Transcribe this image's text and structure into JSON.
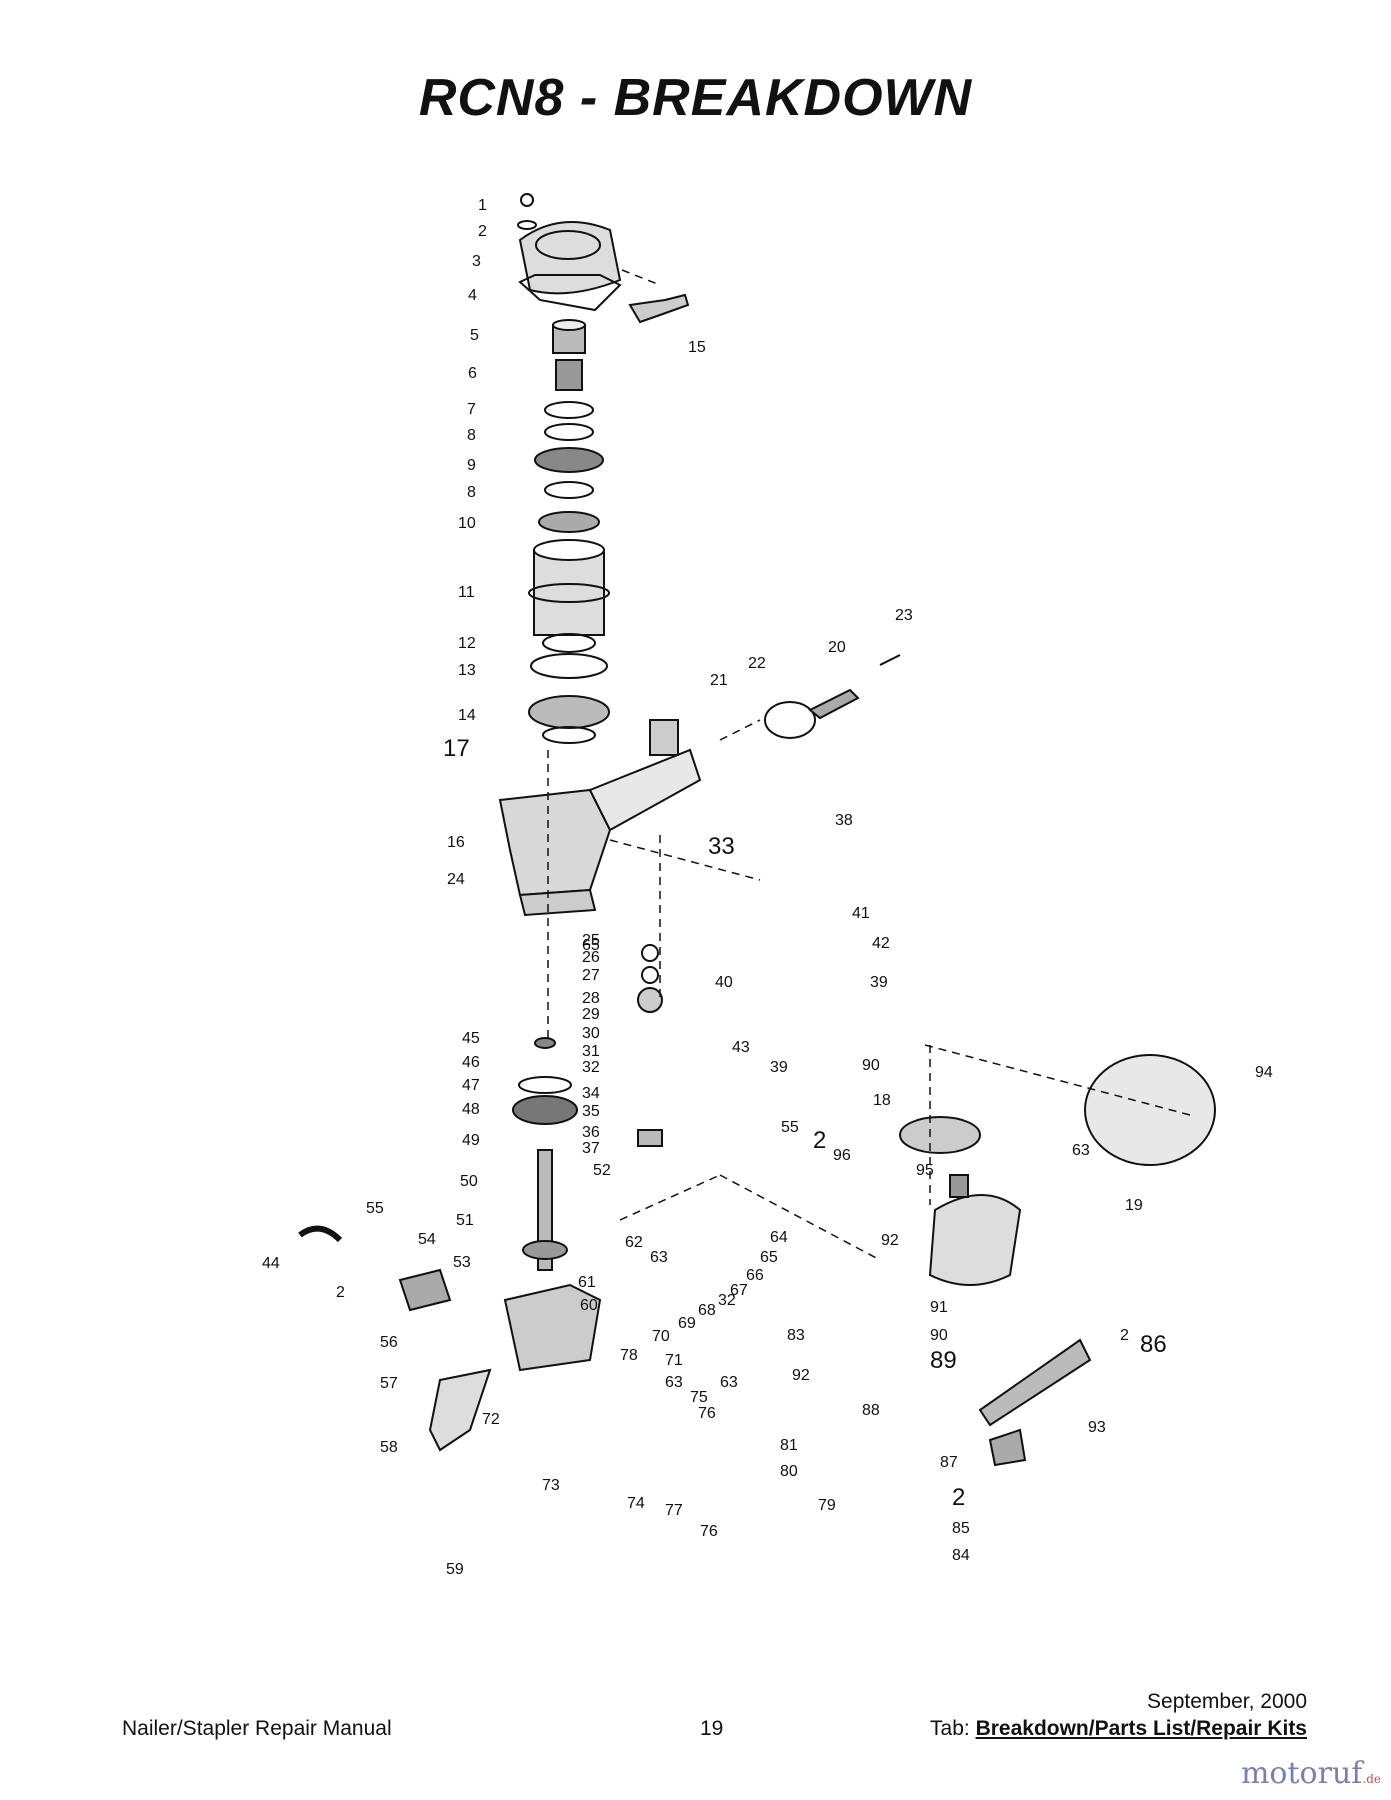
{
  "title": "RCN8 - BREAKDOWN",
  "footer": {
    "manual": "Nailer/Stapler Repair Manual",
    "page": "19",
    "date": "September, 2000",
    "tab_prefix": "Tab:",
    "tab_name": "Breakdown/Parts List/Repair Kits"
  },
  "watermark": {
    "text": "motoruf",
    "suffix": ".de"
  },
  "part_labels": [
    "1",
    "2",
    "3",
    "4",
    "5",
    "6",
    "7",
    "8",
    "9",
    "8",
    "10",
    "11",
    "12",
    "13",
    "14",
    "17",
    "15",
    "16",
    "24",
    "20",
    "21",
    "22",
    "23",
    "33",
    "38",
    "41",
    "42",
    "39",
    "40",
    "43",
    "39",
    "65",
    "25",
    "26",
    "27",
    "28",
    "29",
    "30",
    "31",
    "32",
    "34",
    "35",
    "36",
    "37",
    "45",
    "46",
    "47",
    "48",
    "49",
    "50",
    "52",
    "51",
    "53",
    "55",
    "54",
    "2",
    "44",
    "56",
    "57",
    "58",
    "59",
    "72",
    "73",
    "74",
    "60",
    "61",
    "62",
    "63",
    "70",
    "69",
    "68",
    "32",
    "67",
    "66",
    "65",
    "64",
    "71",
    "78",
    "63",
    "75",
    "76",
    "77",
    "76",
    "83",
    "63",
    "92",
    "81",
    "80",
    "79",
    "90",
    "18",
    "55",
    "2",
    "96",
    "94",
    "63",
    "95",
    "92",
    "19",
    "91",
    "90",
    "89",
    "2",
    "86",
    "88",
    "93",
    "87",
    "2",
    "85",
    "84"
  ]
}
